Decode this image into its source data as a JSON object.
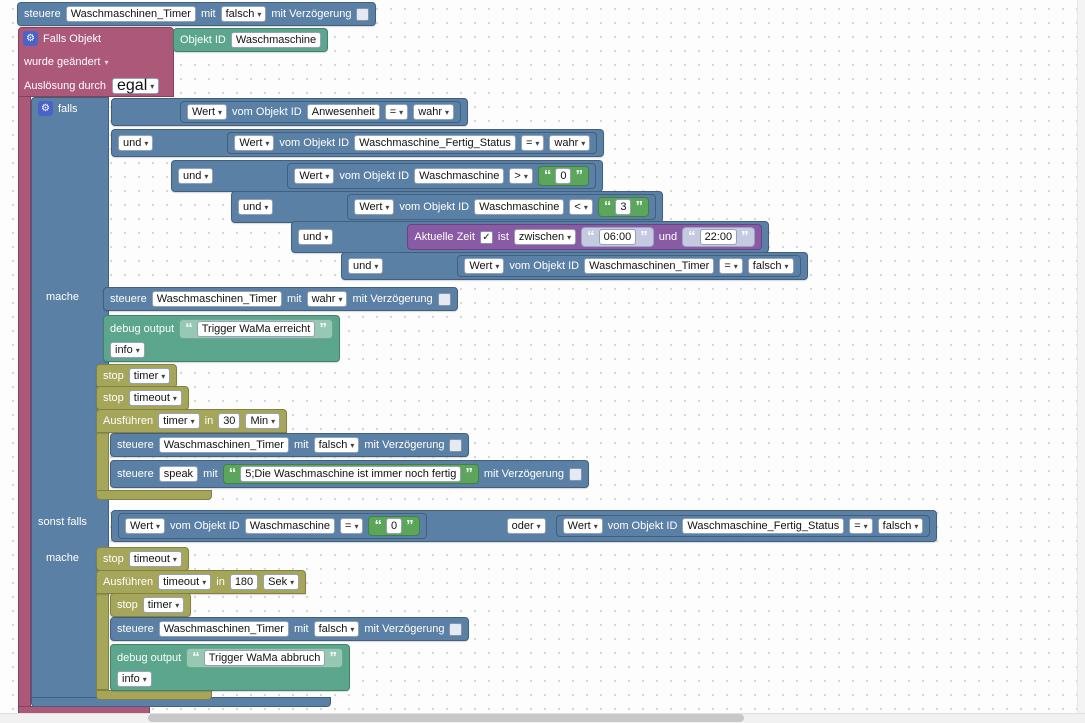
{
  "colors": {
    "blue": "#5B80A5",
    "pink": "#AC5878",
    "teal": "#5BA68C",
    "green": "#5BA65B",
    "purple": "#8A5BA5",
    "olive": "#A6A65B",
    "field_bg": "#ffffff"
  },
  "labels": {
    "steuere": "steuere",
    "mit": "mit",
    "delay": "mit Verzögerung",
    "wert": "Wert",
    "vom": "vom Objekt ID",
    "und": "und",
    "oder": "oder",
    "falls": "falls",
    "mache": "mache",
    "sonst_falls": "sonst falls",
    "stop": "stop",
    "ausfuehren": "Ausführen",
    "in": "in",
    "debug": "debug output",
    "gear": "⚙"
  },
  "top_block": {
    "oid": "Waschmaschinen_Timer",
    "value": "falsch"
  },
  "trigger": {
    "title": "Falls Objekt",
    "objekt_label": "Objekt ID",
    "objekt_id": "Waschmaschine",
    "event": "wurde geändert",
    "ack_label": "Auslösung durch",
    "ack": "egal"
  },
  "conditions": {
    "c1": {
      "oid": "Anwesenheit",
      "op": "=",
      "val": "wahr"
    },
    "c2": {
      "oid": "Waschmaschine_Fertig_Status",
      "op": "=",
      "val": "wahr"
    },
    "c3": {
      "oid": "Waschmaschine",
      "op": ">",
      "val": "0"
    },
    "c4": {
      "oid": "Waschmaschine",
      "op": "<",
      "val": "3"
    },
    "time": {
      "label": "Aktuelle Zeit",
      "check": "✓",
      "ist": "ist",
      "mode": "zwischen",
      "from": "06:00",
      "und": "und",
      "to": "22:00"
    },
    "c6": {
      "oid": "Waschmaschinen_Timer",
      "op": "=",
      "val": "falsch"
    },
    "d1": {
      "oid": "Waschmaschine",
      "op": "=",
      "val": "0"
    },
    "d2": {
      "oid": "Waschmaschine_Fertig_Status",
      "op": "=",
      "val": "falsch"
    }
  },
  "then_branch": {
    "s1": {
      "oid": "Waschmaschinen_Timer",
      "value": "wahr"
    },
    "s2": {
      "text": "Trigger WaMa erreicht",
      "level": "info"
    },
    "s3": {
      "sel": "timer"
    },
    "s4": {
      "sel": "timeout"
    },
    "s5": {
      "sel": "timer",
      "num": "30",
      "unit": "Min"
    },
    "s5a": {
      "oid": "Waschmaschinen_Timer",
      "value": "falsch"
    },
    "s5b": {
      "oid": "speak",
      "text": "5;Die Waschmaschine ist immer noch fertig"
    }
  },
  "else_branch": {
    "t1": {
      "sel": "timeout"
    },
    "t2": {
      "sel": "timeout",
      "num": "180",
      "unit": "Sek"
    },
    "t2a": {
      "sel": "timer"
    },
    "t2b": {
      "oid": "Waschmaschinen_Timer",
      "value": "falsch"
    },
    "t2c": {
      "text": "Trigger WaMa abbruch",
      "level": "info"
    }
  }
}
